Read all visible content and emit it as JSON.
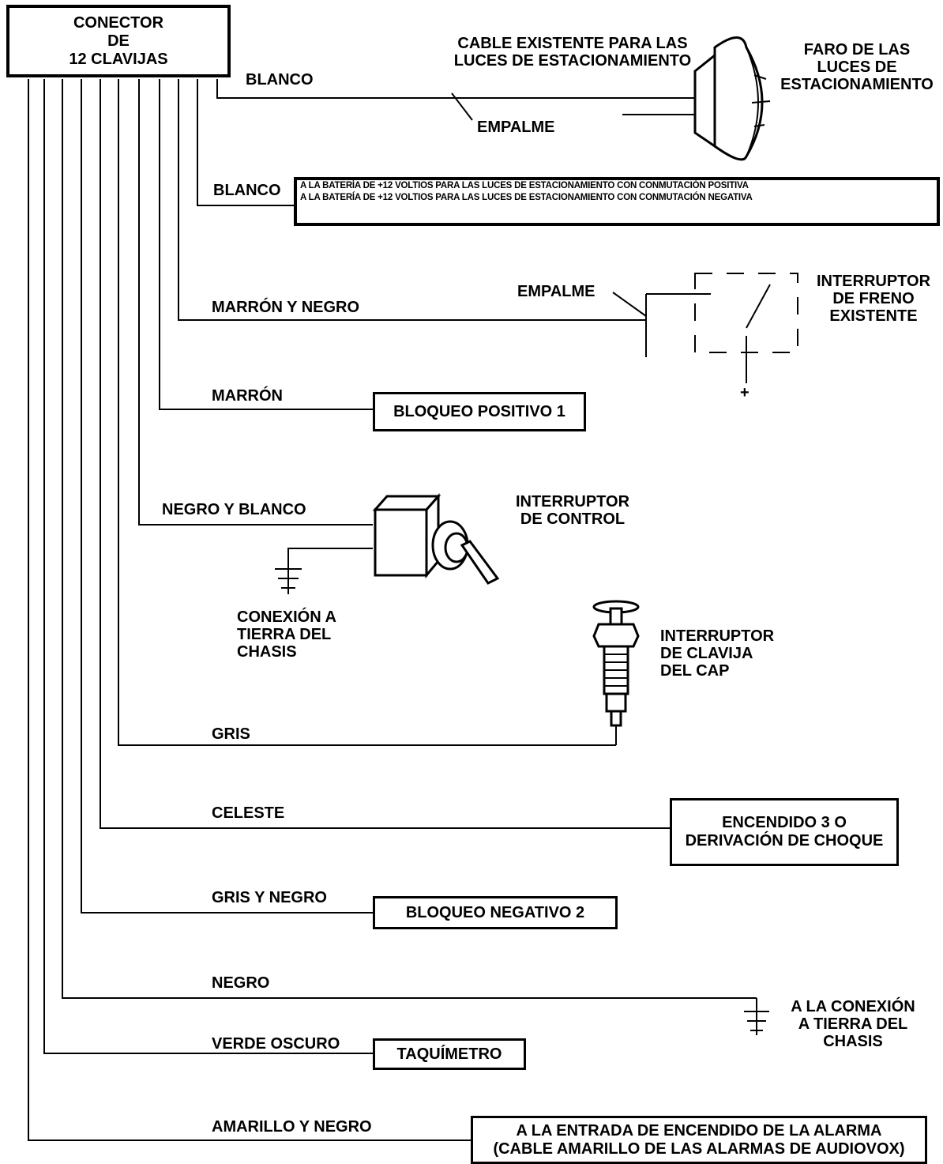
{
  "connector": {
    "label": "CONECTOR DE 12 CLAVIJAS",
    "line1": "CONECTOR",
    "line2": "DE",
    "line3": "12 CLAVIJAS"
  },
  "wires": {
    "blanco_1": "BLANCO",
    "blanco_2": "BLANCO",
    "marron_negro": "MARRÓN Y NEGRO",
    "marron": "MARRÓN",
    "negro_blanco": "NEGRO Y BLANCO",
    "gris": "GRIS",
    "celeste": "CELESTE",
    "gris_negro": "GRIS Y NEGRO",
    "negro": "NEGRO",
    "verde_oscuro": "VERDE OSCURO",
    "amarillo_negro": "AMARILLO Y NEGRO"
  },
  "labels": {
    "cable_existente": [
      "CABLE EXISTENTE PARA LAS",
      "LUCES DE ESTACIONAMIENTO"
    ],
    "faro": [
      "FARO DE LAS",
      "LUCES DE",
      "ESTACIONAMIENTO"
    ],
    "empalme_1": "EMPALME",
    "empalme_2": "EMPALME",
    "interruptor_freno": [
      "INTERRUPTOR",
      "DE FRENO",
      "EXISTENTE"
    ],
    "interruptor_control": [
      "INTERRUPTOR",
      "DE CONTROL"
    ],
    "tierra_chasis_1": [
      "CONEXIÓN A",
      "TIERRA DEL",
      "CHASIS"
    ],
    "interruptor_capo": [
      "INTERRUPTOR",
      "DE CLAVIJA",
      "DEL CAP"
    ],
    "tierra_chasis_2": [
      "A LA CONEXIÓN",
      "A TIERRA DEL",
      "CHASIS"
    ],
    "plus_sign": "+"
  },
  "boxes": {
    "bateria": [
      "A LA BATERÍA DE +12 VOLTIOS PARA LAS LUCES DE ESTACIONAMIENTO CON CONMUTACIÓN POSITIVA",
      "A LA BATERÍA DE +12 VOLTIOS PARA LAS LUCES DE ESTACIONAMIENTO CON CONMUTACIÓN NEGATIVA"
    ],
    "bloqueo_positivo": "BLOQUEO POSITIVO 1",
    "encendido": [
      "ENCENDIDO 3 O",
      "DERIVACIÓN DE CHOQUE"
    ],
    "bloqueo_negativo": "BLOQUEO NEGATIVO 2",
    "taquimetro": "TAQUÍMETRO",
    "entrada_alarma": [
      "A LA ENTRADA DE ENCENDIDO DE LA ALARMA",
      "(CABLE AMARILLO DE LAS ALARMAS DE AUDIOVOX)"
    ]
  }
}
